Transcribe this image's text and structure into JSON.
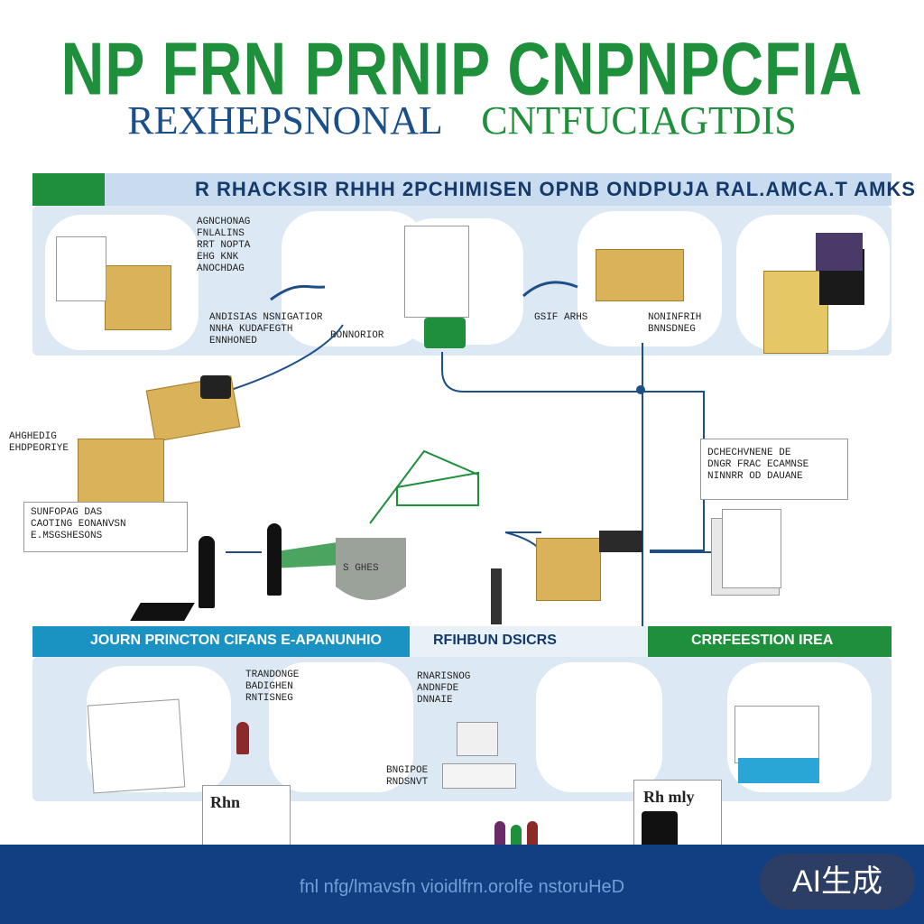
{
  "header": {
    "title": "NP FRN PRNIP CNPNPCFIA",
    "subtitle_left": "REXHEPSNONAL",
    "subtitle_right": "CNTFUCIAGTDIS"
  },
  "top_banner": {
    "text": "R RHACKSIR RHHH 2PCHIMISEN OPNB ONDPUJA RAL.AMCA.T AMKS"
  },
  "top_labels": {
    "l1": "AGNCHONAG\nFNLALINS\nRRT NOPTA\nEHG KNK\nANOCHDAG",
    "l2": "ANDISIAS NSNIGATIOR\nNNHA KUDAFEGTH\nENNHONED",
    "l3": "BONNORIOR",
    "l4": "GSIF ARHS",
    "l5": "NONINFRIH\nBNNSDNEG"
  },
  "mid_labels": {
    "left": "SUNFOPAG DAS\nCAOTING EONANVSN\nE.MSGSHESONS",
    "left_top": "AHGHEDIG\nEHDPEORIYE",
    "right": "DCHECHVNENE DE\nDNGR FRAC ECAMNSE\nNINNRR OD DAUANE",
    "shield": "S GHES"
  },
  "bottom_banner": {
    "seg1": "JOURN PRINCTON CIFANS E-APANUNHIO",
    "seg2": "RFIHBUN DSICRS",
    "seg3": "CRRFEESTION IREA"
  },
  "bottom_labels": {
    "b1": "TRANDONGE\nBADIGHEN\nRNTISNEG",
    "b2": "BNGIPOE\nRNDSNVT",
    "b3": "RNARISNOG\nANDNFDE\nDNNAIE",
    "card1": "Rhn",
    "card2": "Rh mly"
  },
  "footer": {
    "text": "fnl nfg/lmavsfn vioidlfrn.orolfe nstoruHeD"
  },
  "badge": {
    "text": "AI生成"
  },
  "colors": {
    "green": "#1e8f3a",
    "navy": "#123f82",
    "light_blue": "#dce8f3",
    "line": "#1d4f86"
  }
}
